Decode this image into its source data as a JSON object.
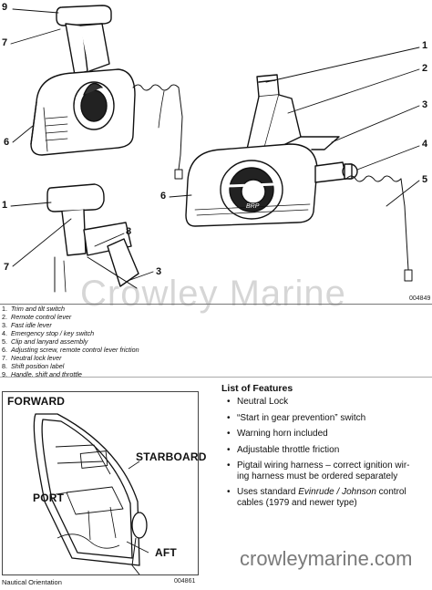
{
  "top_figure": {
    "watermark": "Crowley Marine",
    "figure_id": "004849",
    "callouts": {
      "c9": "9",
      "c7a": "7",
      "c6a": "6",
      "c1": "1",
      "c7b": "7",
      "c8": "8",
      "c3": "3",
      "c1b": "1",
      "c2": "2",
      "c3b": "3",
      "c4": "4",
      "c5": "5",
      "c6b": "6"
    },
    "logo_text": "BRP"
  },
  "legend": [
    {
      "num": "1.",
      "text": "Trim and tilt switch"
    },
    {
      "num": "2.",
      "text": "Remote control lever"
    },
    {
      "num": "3.",
      "text": "Fast idle lever"
    },
    {
      "num": "4.",
      "text": "Emergency stop / key switch"
    },
    {
      "num": "5.",
      "text": "Clip and lanyard assembly"
    },
    {
      "num": "6.",
      "text": "Adjusting screw, remote control lever friction"
    },
    {
      "num": "7.",
      "text": "Neutral lock lever"
    },
    {
      "num": "8.",
      "text": "Shift position label"
    },
    {
      "num": "9.",
      "text": "Handle, shift and throttle"
    }
  ],
  "boat": {
    "forward": "FORWARD",
    "starboard": "STARBOARD",
    "port": "PORT",
    "aft": "AFT",
    "caption": "Nautical Orientation",
    "figure_id": "004861"
  },
  "features": {
    "title": "List of Features",
    "bullet": "•",
    "items": [
      {
        "text": "Neutral Lock"
      },
      {
        "text": "“Start in gear prevention” switch"
      },
      {
        "text": "Warning horn included"
      },
      {
        "text": "Adjustable throttle friction"
      },
      {
        "line1": "Pigtail wiring harness – correct ignition wir-",
        "line2": "ing harness must be ordered separately"
      },
      {
        "pre": "Uses standard ",
        "italic": "Evinrude / Johnson",
        "post": " control",
        "line2": "cables (1979 and newer type)"
      }
    ]
  },
  "site_mark": "crowleymarine.com"
}
